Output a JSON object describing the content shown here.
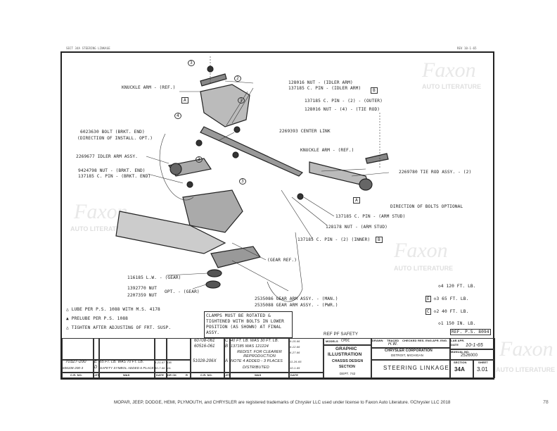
{
  "header": {
    "top_left": "SECT 34A  STEERING LINKAGE",
    "top_right": "REV 10-1-65"
  },
  "callouts": {
    "knuckle_arm_left": "KNUCKLE ARM - (REF.)",
    "nut_idler": "128016 NUT - (IDLER ARM)",
    "pin_idler": "137185 C. PIN - (IDLER ARM)",
    "pin_outer": "137185 C. PIN - (2) - (OUTER)",
    "nut_tie_rod": "128016 NUT - (4) - (TIE ROD)",
    "bolt_brkt": "6023630 BOLT (BRKT. END)",
    "bolt_dir": "(DIRECTION OF INSTALL. OPT.)",
    "center_link": "2269393 CENTER LINK",
    "idler_arm": "2269677 IDLER ARM ASSY.",
    "nut_brkt": "9424798 NUT    - (BRKT. END)",
    "pin_brkt": "137185 C. PIN - (BRKT. END)",
    "knuckle_arm_right": "KNUCKLE ARM - (REF.)",
    "tie_rod": "2269780 TIE ROD ASSY. - (2)",
    "direction_bolts": "DIRECTION OF BOLTS OPTIONAL",
    "pin_arm_stud": "137185 C. PIN - (ARM STUD)",
    "nut_arm_stud": "128178 NUT - (ARM STUD)",
    "pin_inner": "137185 C. PIN - (2) (INNER)",
    "gear_ref": "(GEAR REF.)",
    "lw_gear": "116185 L.W. - (GEAR)",
    "nut1": "1392770 NUT",
    "nut2": "2207359 NUT",
    "opt_gear": "OPT. - (GEAR)",
    "gear_arm_man": "2535086 GEAR ARM ASSY. - (MAN.)",
    "gear_arm_pwr": "2535088 GEAR ARM ASSY. - (PWR.)"
  },
  "markers": {
    "n1": "1",
    "n2": "2",
    "n3": "3",
    "n4": "4",
    "A": "A",
    "B": "B",
    "C": "C",
    "E": "E"
  },
  "torque": [
    {
      "num": "4",
      "value": "120 FT. LB."
    },
    {
      "box": "E",
      "num": "3",
      "value": "65 FT. LB."
    },
    {
      "box": "C",
      "num": "2",
      "value": "40 FT. LB."
    },
    {
      "num": "1",
      "value": "150 IN. LB."
    }
  ],
  "notes": {
    "lube": "LUBE PER P.S. 1088 WITH M.S. 4178",
    "prelube": "PRELUBE PER P.S. 1088",
    "tighten": "TIGHTEN AFTER ADJUSTING OF FRT. SUSP.",
    "clamps": "CLAMPS MUST BE ROTATED & TIGHTENED WITH BOLTS IN LOWER POSITION (AS SHOWN) AT FINAL ASSY.",
    "ref_ps": "REF. P.S. 8094",
    "ref_safety": "REF PF SAFETY"
  },
  "revisions_left": {
    "rows": [
      {
        "cr": "70327-200",
        "let": "E",
        "was": "65 FT. LB. WAS 70 FT. LB.",
        "date": "4-21-67",
        "drck": "DB"
      },
      {
        "cr": "606108-200-3",
        "let": "D",
        "was": "SAFETY SYMBOL ADDED 6 PLACES",
        "date": "10-7-66",
        "drck": "GL"
      }
    ],
    "headers": {
      "cr": "C.R. NO.",
      "let": "LET",
      "was": "WAS",
      "date": "DATE",
      "drck": "DR CK",
      "r": "R"
    }
  },
  "revisions_right": {
    "rows": [
      {
        "cr": "60708-061",
        "let": "C",
        "was": "40 FT. LB. WAS 30 FT. LB.",
        "date": "9-15-66"
      },
      {
        "cr": "60516-061",
        "let": "B",
        "was": "137185 WAS 121224",
        "date": "9-12-66"
      },
      {
        "cr": "",
        "let": "",
        "was": "REDIST. FOR CLEARER REPRODUCTION",
        "date": "6-27-66"
      },
      {
        "cr": "51028-206X",
        "let": "A",
        "was": "NOTE 4 ADDED - 3 PLACES",
        "date": "11-26-65"
      },
      {
        "cr": "",
        "let": "",
        "was": "DISTRIBUTED",
        "date": "10-1-65"
      }
    ],
    "headers": {
      "cr": "C.R. NO.",
      "let": "LET",
      "was": "WAS",
      "date": "DATE"
    }
  },
  "title_block": {
    "models_label": "MODELS",
    "models": "CPDC",
    "graphic": "GRAPHIC",
    "illustration": "ILLUSTRATION",
    "chassis": "CHASSIS DESIGN",
    "section_lbl": "SECTION",
    "dept": "DEPT. 742",
    "drawn_lbl": "DRAWN",
    "traced_lbl": "TRACED",
    "checked_lbl": "CHECKED",
    "eng_lbl": "RES. ENG.",
    "appr_lbl": "APR. ENG.",
    "date_lbl": "DATE",
    "traced": "H.W.",
    "date": "10-1-65",
    "company": "CHRYSLER CORPORATION",
    "city": "DETROIT, MICHIGAN",
    "manual_lbl": "MANUAL NO.",
    "manual": "2526000",
    "title": "STEERING LINKAGE",
    "section_label": "SECTION",
    "section": "34A",
    "sheet_label": "SHEET",
    "sheet": "3.01",
    "lab_apr": "LAB APR."
  },
  "watermark": {
    "brand": "Faxon",
    "sub": "AUTO LITERATURE"
  },
  "footer": {
    "text": "MOPAR, JEEP, DODGE, HEMI, PLYMOUTH, and CHRYSLER are registered trademarks of Chrysler LLC used under license to Faxon Auto Literature. ©Chrysler LLC 2018",
    "page": "78"
  }
}
